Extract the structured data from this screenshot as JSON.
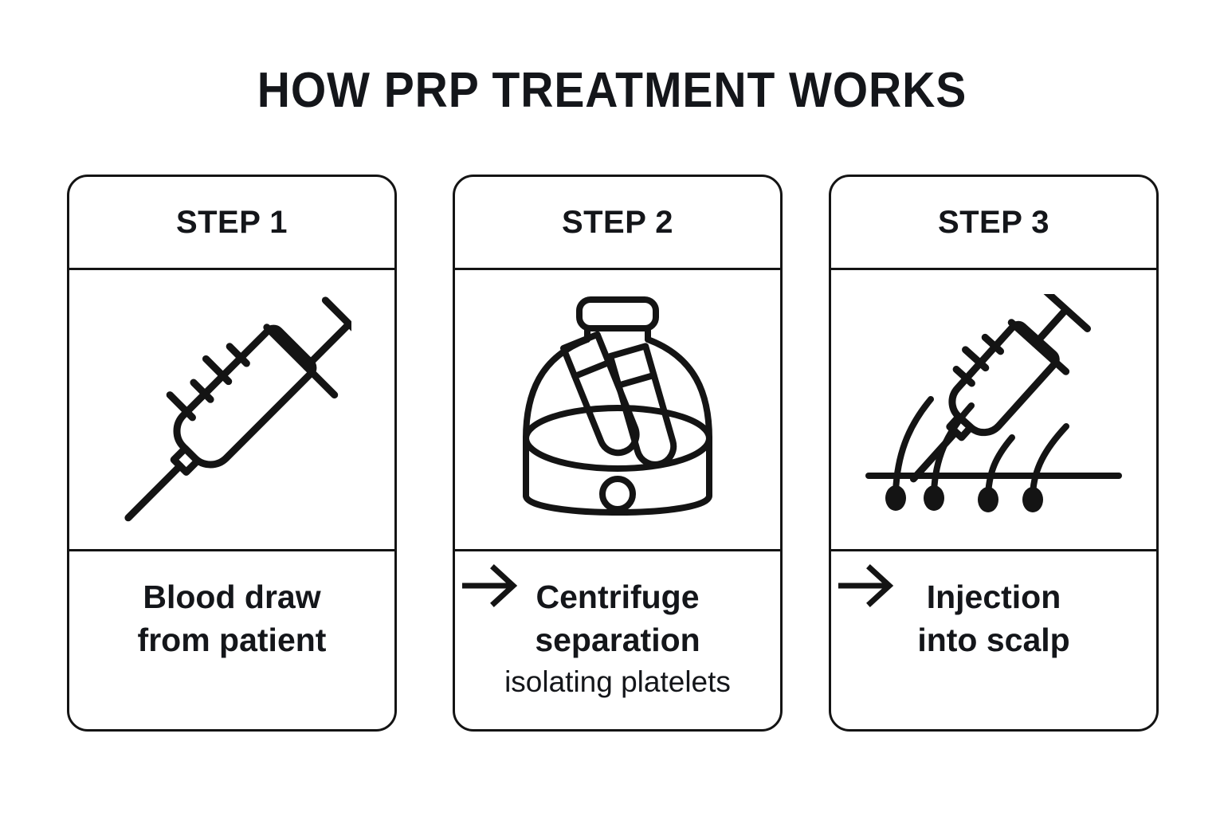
{
  "title": "HOW PRP TREATMENT WORKS",
  "colors": {
    "background": "#ffffff",
    "stroke": "#141414",
    "text": "#14161a"
  },
  "steps": [
    {
      "step_label": "STEP 1",
      "icon": "syringe-icon",
      "caption_main": "Blood draw\nfrom patient",
      "caption_sub": ""
    },
    {
      "step_label": "STEP 2",
      "icon": "centrifuge-icon",
      "caption_main": "Centrifuge\nseparation",
      "caption_sub": "isolating platelets"
    },
    {
      "step_label": "STEP 3",
      "icon": "scalp-injection-icon",
      "caption_main": "Injection\ninto scalp",
      "caption_sub": ""
    }
  ],
  "connectors": [
    {
      "name": "arrow-step1-to-step2",
      "glyph": "arrow-right-icon"
    },
    {
      "name": "arrow-step2-to-step3",
      "glyph": "arrow-right-icon"
    }
  ]
}
